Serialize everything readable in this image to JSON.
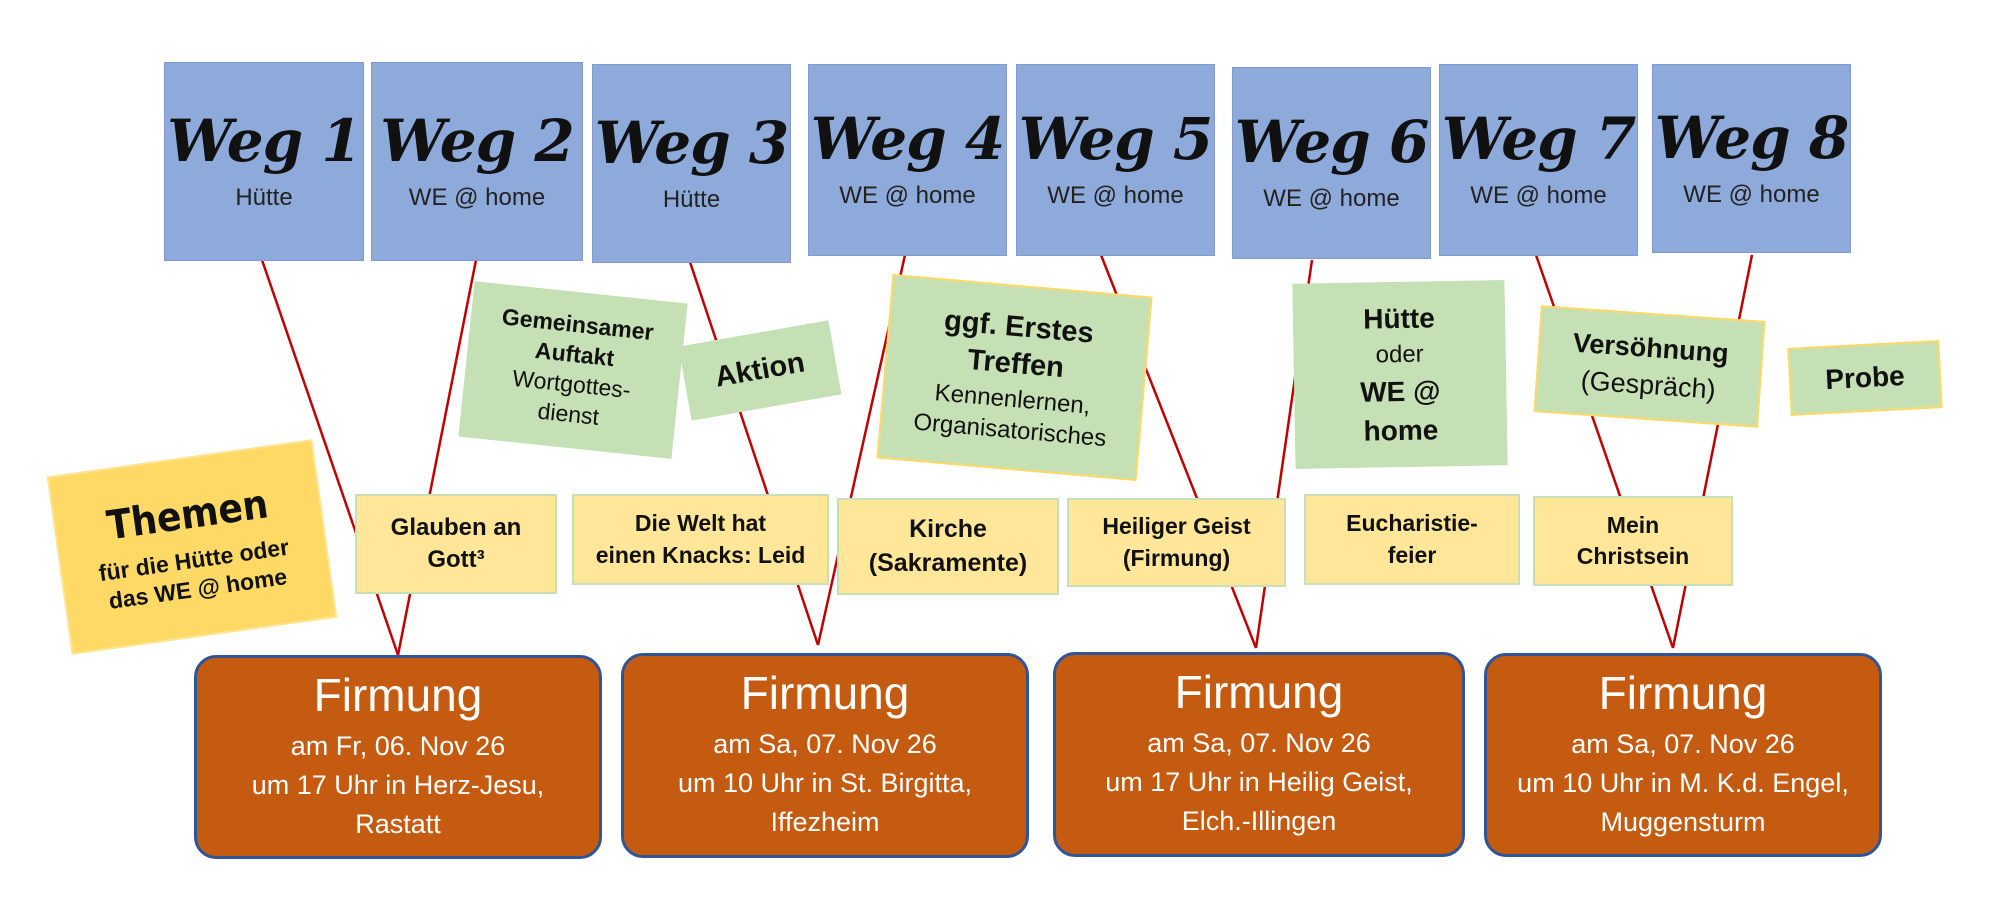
{
  "weg": [
    {
      "title": "Weg 1",
      "place": "Hütte"
    },
    {
      "title": "Weg 2",
      "place": "WE @ home"
    },
    {
      "title": "Weg 3",
      "place": "Hütte"
    },
    {
      "title": "Weg 4",
      "place": "WE @ home"
    },
    {
      "title": "Weg 5",
      "place": "WE @ home"
    },
    {
      "title": "Weg 6",
      "place": "WE @ home"
    },
    {
      "title": "Weg 7",
      "place": "WE @ home"
    },
    {
      "title": "Weg 8",
      "place": "WE @ home"
    }
  ],
  "events": {
    "auftakt": {
      "bold1": "Gemeinsamer",
      "bold2": "Auftakt",
      "line3": "Wortgottes-",
      "line4": "dienst"
    },
    "aktion": {
      "label": "Aktion"
    },
    "treffen": {
      "bold1": "ggf. Erstes",
      "bold2": "Treffen",
      "line3": "Kennenlernen,",
      "line4": "Organisatorisches"
    },
    "huette": {
      "bold1": "Hütte",
      "line2": "oder",
      "bold3": "WE @",
      "bold4": "home"
    },
    "versoehnung": {
      "bold1": "Versöhnung",
      "line2": "(Gespräch)"
    },
    "probe": {
      "label": "Probe"
    }
  },
  "themen": {
    "title": "Themen",
    "line1": "für die Hütte oder",
    "line2": "das WE @ home"
  },
  "topics": [
    {
      "line1": "Glauben an",
      "line2": "Gott³"
    },
    {
      "line1": "Die Welt hat",
      "line2": "einen Knacks: Leid"
    },
    {
      "line1": "Kirche",
      "line2": "(Sakramente)"
    },
    {
      "line1": "Heiliger Geist",
      "line2": "(Firmung)"
    },
    {
      "line1": "Eucharistie-",
      "line2": "feier"
    },
    {
      "line1": "Mein",
      "line2": "Christsein"
    }
  ],
  "firmung": [
    {
      "title": "Firmung",
      "date": "am Fr, 06. Nov 26",
      "line2": "um 17 Uhr in Herz-Jesu,",
      "line3": "Rastatt"
    },
    {
      "title": "Firmung",
      "date": "am Sa, 07. Nov 26",
      "line2": "um 10 Uhr in St. Birgitta,",
      "line3": "Iffezheim"
    },
    {
      "title": "Firmung",
      "date": "am Sa, 07. Nov 26",
      "line2": "um 17 Uhr in Heilig Geist,",
      "line3": "Elch.-Illingen"
    },
    {
      "title": "Firmung",
      "date": "am Sa, 07. Nov 26",
      "line2": "um 10 Uhr in M. K.d. Engel,",
      "line3": "Muggensturm"
    }
  ],
  "colors": {
    "weg": "#8eaadb",
    "event": "#c5e0b4",
    "topic": "#ffe699",
    "themen": "#ffd966",
    "firmung": "#c55a11",
    "connector": "#c00000"
  }
}
